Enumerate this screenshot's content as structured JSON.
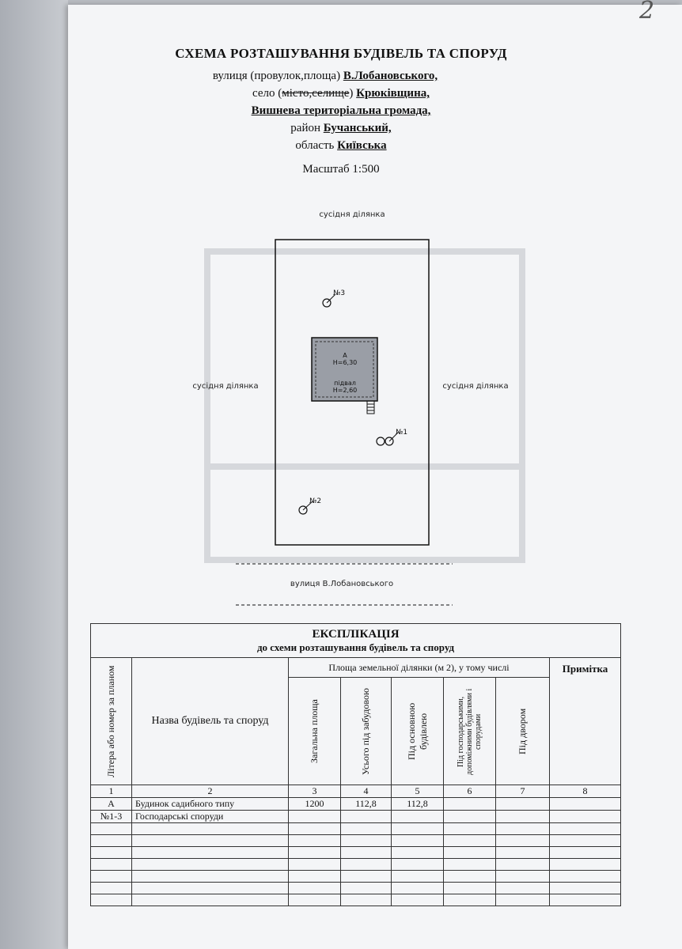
{
  "page_number": "2",
  "header": {
    "title": "СХЕМА РОЗТАШУВАННЯ БУДІВЕЛЬ ТА СПОРУД",
    "street_prefix": "вулиця (провулок,площа)",
    "street_value": "В.Лобановського,",
    "settlement_prefix": "село (",
    "settlement_struck": "місто,селище",
    "settlement_suffix": ")",
    "settlement_value": "Крюківщина,",
    "community": "Вишнева територіальна громада,",
    "district_prefix": "район",
    "district_value": "Бучанський,",
    "region_prefix": "область",
    "region_value": "Київська",
    "scale": "Масштаб 1:500"
  },
  "plan": {
    "neighbor_top": "сусідня ділянка",
    "neighbor_left": "сусідня ділянка",
    "neighbor_right": "сусідня ділянка",
    "street_label": "вулиця В.Лобановського",
    "building": {
      "letter": "А",
      "height": "Н=6,30",
      "basement": "підвал",
      "basement_height": "Н=2,60"
    },
    "markers": [
      "№3",
      "№1",
      "№2"
    ]
  },
  "explication": {
    "title": "ЕКСПЛІКАЦІЯ",
    "subtitle": "до схеми розташування будівель та споруд",
    "col_letter": "Літера або номер за планом",
    "col_name": "Назва будівель та споруд",
    "col_area_group": "Площа земельної ділянки (м 2), у тому числі",
    "col_total": "Загальна площа",
    "col_built": "Усього під забудовою",
    "col_main": "Під основною будівлею",
    "col_aux": "Під господарськими, допоміжними будівлями і спорудами",
    "col_yard": "Під двором",
    "col_note": "Примітка",
    "col_numbers": [
      "1",
      "2",
      "3",
      "4",
      "5",
      "6",
      "7",
      "8"
    ],
    "rows": [
      {
        "letter": "А",
        "name": "Будинок садибного типу",
        "total": "1200",
        "built": "112,8",
        "main": "112,8"
      },
      {
        "letter": "№1-3",
        "name": "Господарські споруди",
        "total": "",
        "built": "",
        "main": ""
      }
    ]
  }
}
